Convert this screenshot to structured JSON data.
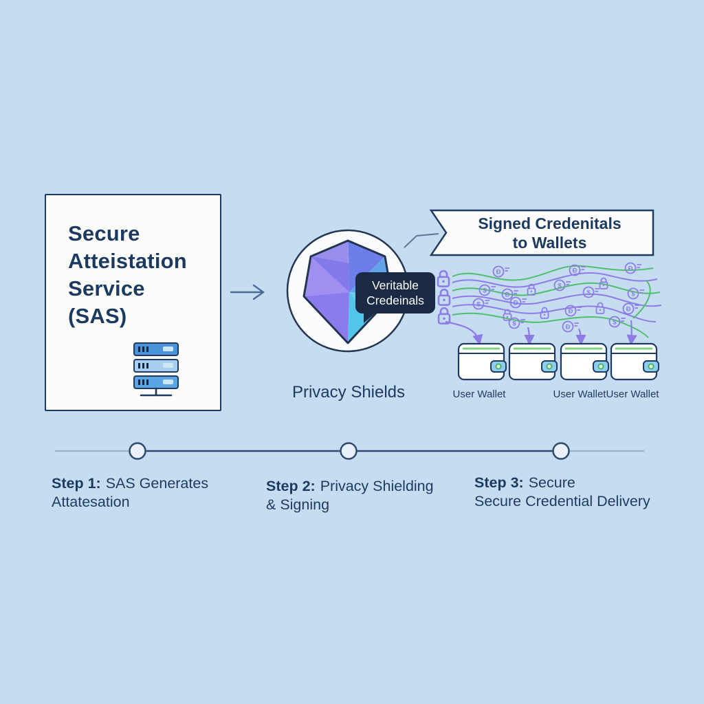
{
  "colors": {
    "bg": "#c6dcf1",
    "ink": "#1c3a5f",
    "card": "#fcfdfb",
    "badge_bg": "#1a2a44",
    "purple": "#8d7ce4",
    "green": "#4fbf6f",
    "slate": "#56749c",
    "node_line": "#2e4a6e",
    "line_muted": "#9fb0c4"
  },
  "sas_box": {
    "title": "Secure\nAtteistation\nService\n(SAS)"
  },
  "flow": {
    "badge": "Veritable\nCredeinals",
    "shield_label": "Privacy Shields",
    "banner": "Signed Credenitals\nto Wallets"
  },
  "wallets": [
    {
      "label": "User Wallet"
    },
    {
      "label": ""
    },
    {
      "label": "User Wallet"
    },
    {
      "label": "User Wallet"
    }
  ],
  "timeline": {
    "steps": [
      {
        "prefix": "Step 1:",
        "rest": "SAS Generates",
        "line2": "Attatesation"
      },
      {
        "prefix": "Step 2:",
        "rest": "Privacy Shielding",
        "line2": "& Signing"
      },
      {
        "prefix": "Step 3:",
        "rest": "Secure",
        "line2": "Secure Credential Delivery"
      }
    ]
  },
  "icons": {
    "server": "server-icon",
    "shield": "shield-icon",
    "lock": "lock-icon",
    "coin": "coin-icon",
    "wallet": "wallet-icon",
    "arrow_right": "arrow-right-icon",
    "arrow_down": "arrow-down-icon"
  }
}
